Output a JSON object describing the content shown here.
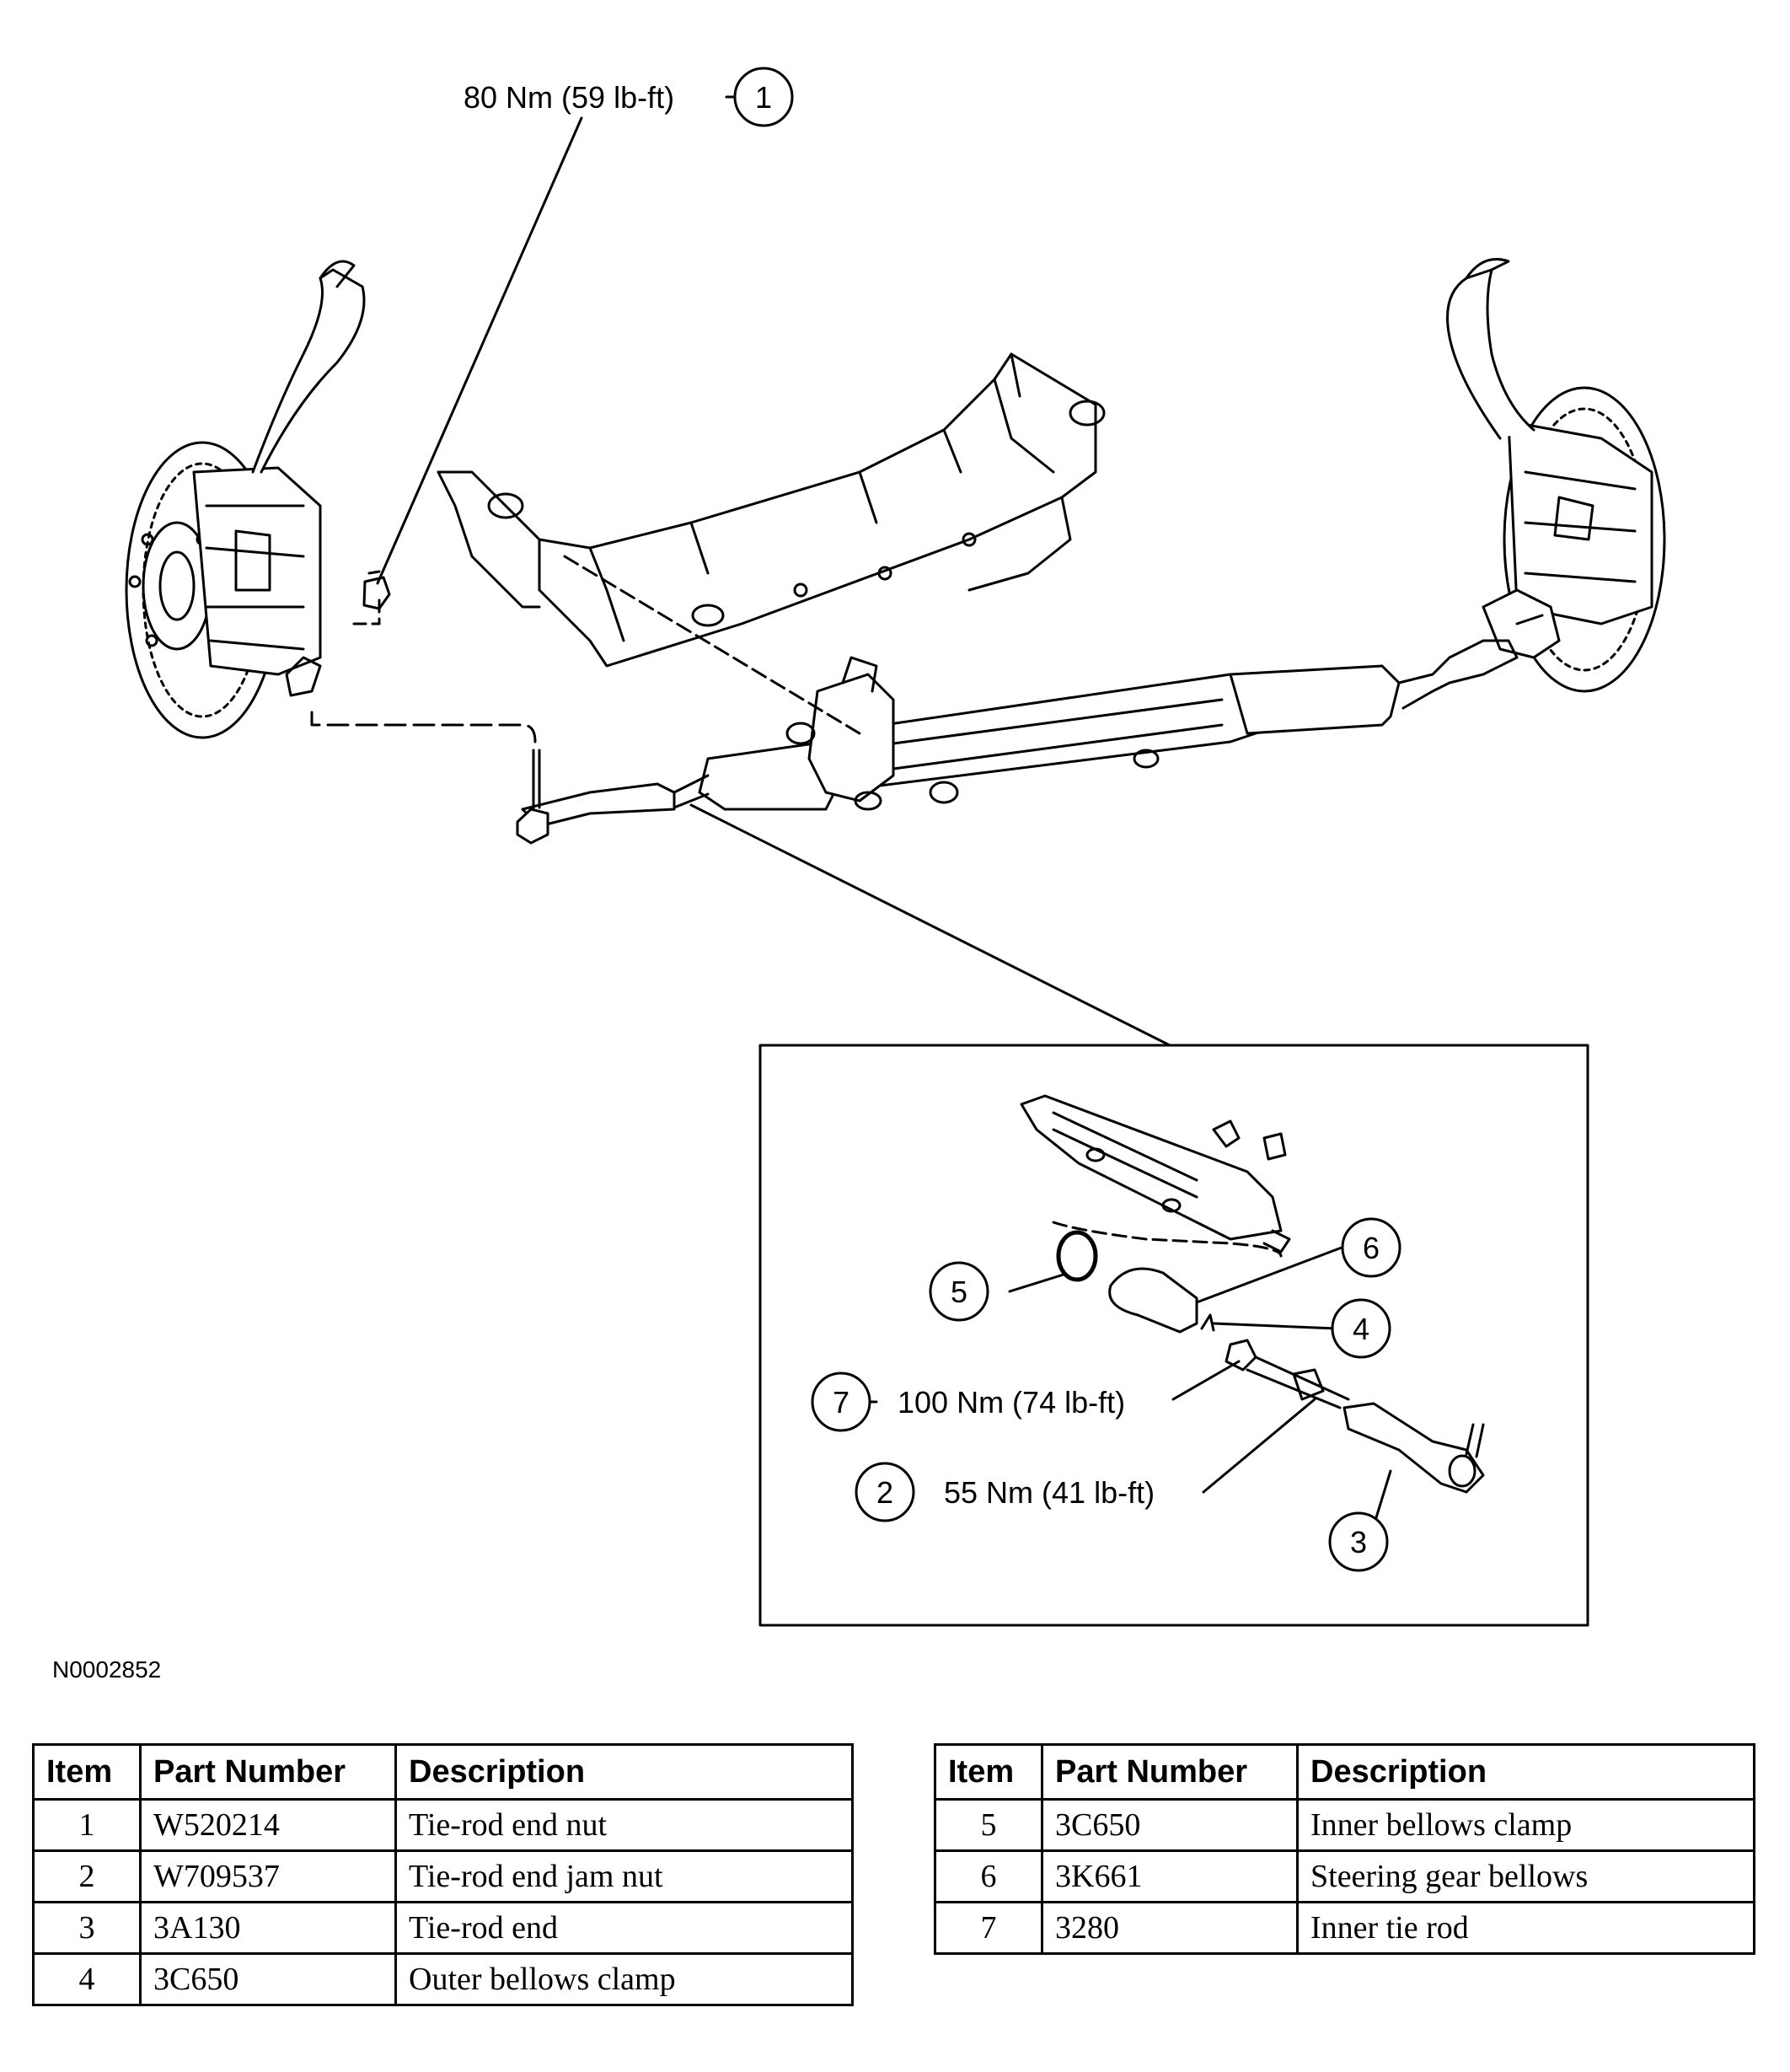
{
  "callouts": [
    {
      "id": "1",
      "torque": "80 Nm (59 lb-ft)"
    },
    {
      "id": "2",
      "torque": "55 Nm (41 lb-ft)"
    },
    {
      "id": "3",
      "torque": ""
    },
    {
      "id": "4",
      "torque": ""
    },
    {
      "id": "5",
      "torque": ""
    },
    {
      "id": "6",
      "torque": ""
    },
    {
      "id": "7",
      "torque": "100 Nm (74 lb-ft)"
    }
  ],
  "figure_ref": "N0002852",
  "table": {
    "headers": [
      "Item",
      "Part Number",
      "Description"
    ],
    "left_rows": [
      {
        "item": "1",
        "part": "W520214",
        "desc": "Tie-rod end nut"
      },
      {
        "item": "2",
        "part": "W709537",
        "desc": "Tie-rod end jam nut"
      },
      {
        "item": "3",
        "part": "3A130",
        "desc": "Tie-rod end"
      },
      {
        "item": "4",
        "part": "3C650",
        "desc": "Outer bellows clamp"
      }
    ],
    "right_rows": [
      {
        "item": "5",
        "part": "3C650",
        "desc": "Inner bellows clamp"
      },
      {
        "item": "6",
        "part": "3K661",
        "desc": "Steering gear bellows"
      },
      {
        "item": "7",
        "part": "3280",
        "desc": "Inner tie rod"
      }
    ]
  }
}
